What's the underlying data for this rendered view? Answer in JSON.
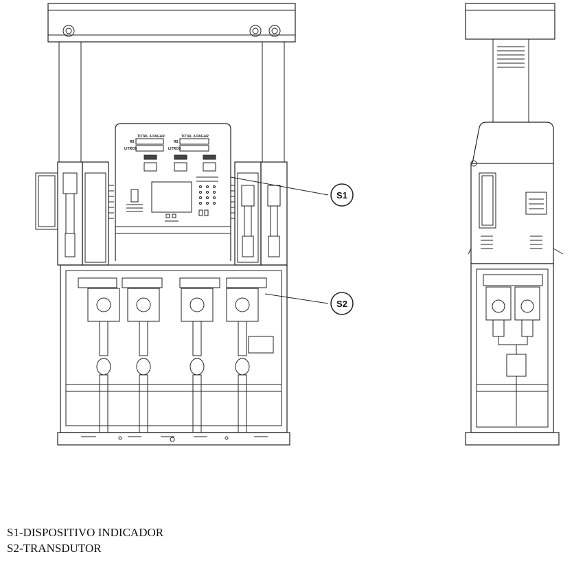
{
  "callouts": [
    {
      "id": "S1",
      "label": "S1"
    },
    {
      "id": "S2",
      "label": "S2"
    }
  ],
  "panel": {
    "display_titles": [
      "TOTAL A PAGAR",
      "TOTAL A PAGAR"
    ],
    "currency": [
      "R$",
      "R$"
    ],
    "unit": [
      "LITROS",
      "LITROS"
    ]
  },
  "legend": {
    "items": [
      "S1-DISPOSITIVO INDICADOR",
      "S2-TRANSDUTOR"
    ]
  }
}
